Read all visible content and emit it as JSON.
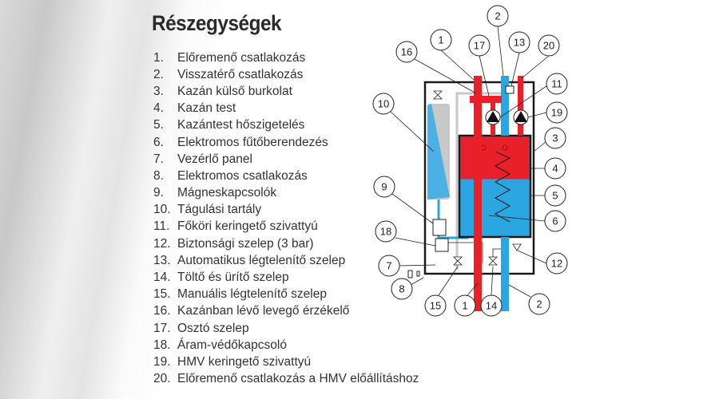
{
  "title": "Részegységek",
  "items": [
    {
      "num": "1.",
      "label": "Előremenő csatlakozás"
    },
    {
      "num": "2.",
      "label": "Visszatérő csatlakozás"
    },
    {
      "num": "3.",
      "label": "Kazán külső burkolat"
    },
    {
      "num": "4.",
      "label": "Kazán test"
    },
    {
      "num": "5.",
      "label": "Kazántest hőszigetelés"
    },
    {
      "num": "6.",
      "label": "Elektromos fűtőberendezés"
    },
    {
      "num": "7.",
      "label": "Vezérlő panel"
    },
    {
      "num": "8.",
      "label": "Elektromos csatlakozás"
    },
    {
      "num": "9.",
      "label": "Mágneskapcsolók"
    },
    {
      "num": "10.",
      "label": "Tágulási tartály"
    },
    {
      "num": "11.",
      "label": "Főköri keringető szivattyú"
    },
    {
      "num": "12.",
      "label": "Biztonsági szelep (3 bar)"
    },
    {
      "num": "13.",
      "label": "Automatikus légtelenítő szelep"
    },
    {
      "num": "14.",
      "label": "Töltő és ürítő szelep"
    },
    {
      "num": "15.",
      "label": "Manuális légtelenítő szelep"
    },
    {
      "num": "16.",
      "label": "Kazánban lévő levegő érzékelő"
    },
    {
      "num": "17.",
      "label": "Osztó szelep"
    },
    {
      "num": "18.",
      "label": "Áram-védőkapcsoló"
    },
    {
      "num": "19.",
      "label": "HMV keringető szivattyú"
    },
    {
      "num": "20.",
      "label": "Előremenő csatlakozás a HMV előállításhoz"
    }
  ],
  "diagram": {
    "callouts": [
      "1",
      "2",
      "17",
      "13",
      "20",
      "16",
      "11",
      "19",
      "10",
      "3",
      "4",
      "5",
      "6",
      "9",
      "18",
      "7",
      "12",
      "8",
      "15",
      "1",
      "14",
      "2"
    ],
    "colors": {
      "hot": "#e8202a",
      "cold": "#2aa6e0",
      "frame": "#1a1a1a",
      "gray": "#c8c8c8"
    }
  }
}
